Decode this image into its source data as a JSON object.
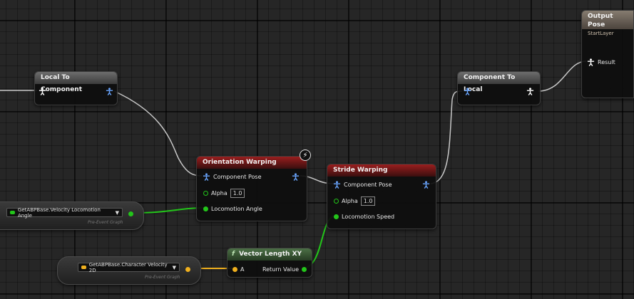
{
  "nodes": {
    "local_to_component": {
      "title": "Local To Component"
    },
    "component_to_local": {
      "title": "Component To Local"
    },
    "output_pose": {
      "title": "Output Pose",
      "subtitle": "StartLayer",
      "result_label": "Result"
    },
    "orientation_warping": {
      "title": "Orientation Warping",
      "component_pose_label": "Component Pose",
      "alpha_label": "Alpha",
      "alpha_value": "1.0",
      "locomotion_angle_label": "Locomotion Angle"
    },
    "stride_warping": {
      "title": "Stride Warping",
      "component_pose_label": "Component Pose",
      "alpha_label": "Alpha",
      "alpha_value": "1.0",
      "locomotion_speed_label": "Locomotion Speed"
    },
    "vector_length_xy": {
      "title": "Vector Length XY",
      "function_glyph": "f",
      "input_a_label": "A",
      "return_value_label": "Return Value"
    }
  },
  "getters": {
    "velocity_locomotion_angle": {
      "label": "GetABPBase.Velocity Locomotion Angle",
      "subtitle": "Pre-Event Graph"
    },
    "character_velocity_2d": {
      "label": "GetABPBase.Character Velocity 2D",
      "subtitle": "Pre-Event Graph"
    }
  },
  "colors": {
    "pose_pin": "#ffffff",
    "component_pose_pin": "#6aa6ff",
    "float_pin": "#23c51a",
    "vector_pin": "#f0b01e",
    "pose_wire": "#c8c8c8",
    "float_wire": "#23c51a",
    "vector_wire": "#f0b01e"
  },
  "icons": {
    "pose": "person-pose-icon",
    "component_pose": "person-pose-icon",
    "lightning": "lightning-icon",
    "dropdown": "chevron-down-icon"
  }
}
